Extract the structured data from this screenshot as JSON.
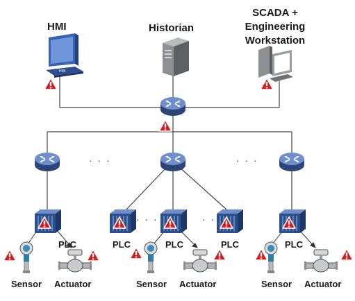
{
  "labels": {
    "hmi": "HMI",
    "historian": "Historian",
    "scada_line1": "SCADA +",
    "scada_line2": "Engineering",
    "scada_line3": "Workstation",
    "plc": "PLC",
    "sensor": "Sensor",
    "actuator": "Actuator"
  },
  "ellipsis": "· · ·",
  "colors": {
    "router_fill": "#3e5f9e",
    "router_light": "#6f8fcc",
    "warning_fill": "#d9171b",
    "link_line": "#444444",
    "plc_fill": "#2a4f8a",
    "monitor_fill": "#3b63b3",
    "server_fill": "#8d8f93"
  },
  "icons": [
    "monitor-icon",
    "server-icon",
    "workstation-icon",
    "router-icon",
    "plc-icon",
    "sensor-icon",
    "actuator-icon",
    "warning-icon"
  ]
}
